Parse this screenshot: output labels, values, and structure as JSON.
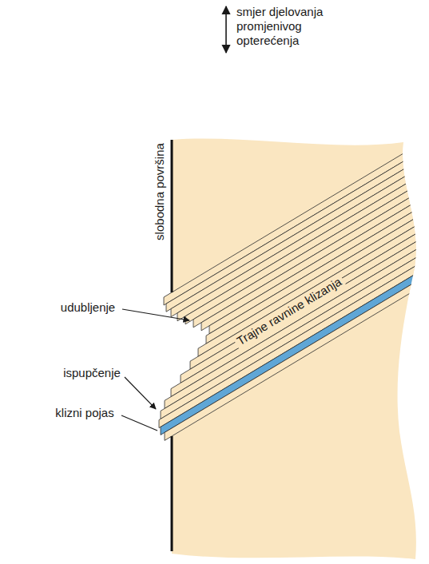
{
  "diagram": {
    "labels": [
      "smjer djelovanja promjenivog opterećenja",
      "slobodna površina",
      "Trajne ravnine klizanja",
      "udubljenje",
      "ispupčenje",
      "klizni pojas"
    ]
  }
}
